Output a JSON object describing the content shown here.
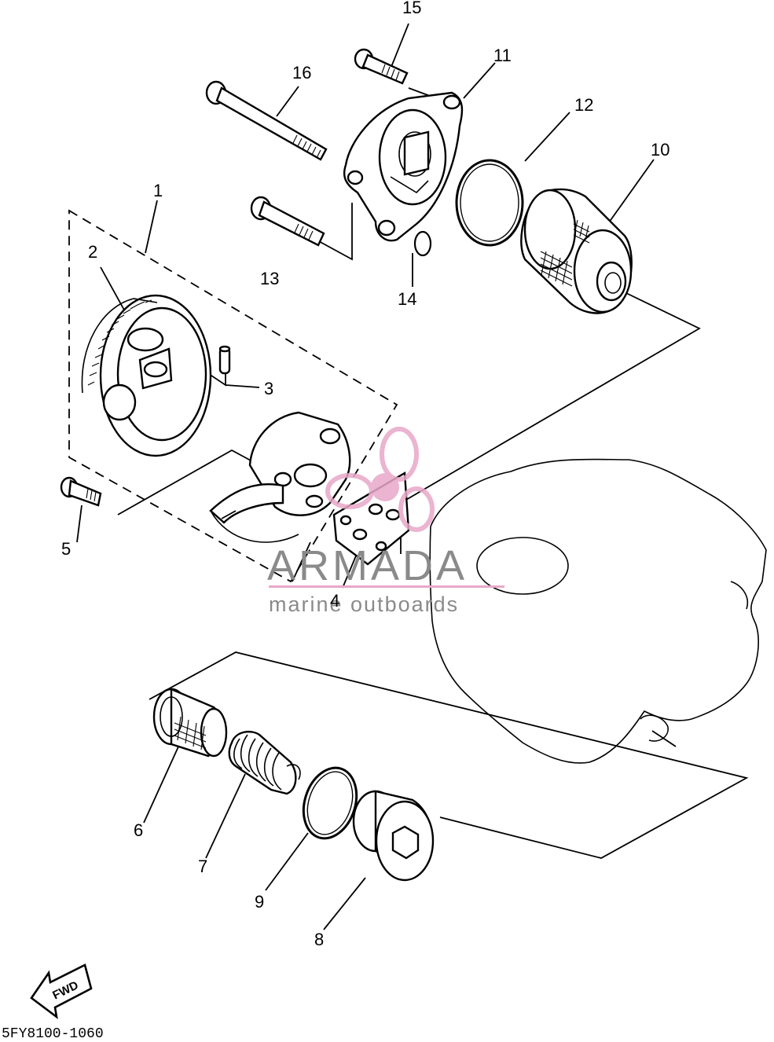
{
  "callouts": {
    "c1": "1",
    "c2": "2",
    "c3": "3",
    "c4": "4",
    "c5": "5",
    "c6": "6",
    "c7": "7",
    "c8": "8",
    "c9": "9",
    "c10": "10",
    "c11": "11",
    "c12": "12",
    "c13": "13",
    "c14": "14",
    "c15": "15",
    "c16": "16"
  },
  "diagram_code": "5FY8100-1060",
  "fwd_label": "FWD",
  "watermark": {
    "title": "ARMADA",
    "subtitle": "marine outboards",
    "color": "#e8a8c8"
  }
}
